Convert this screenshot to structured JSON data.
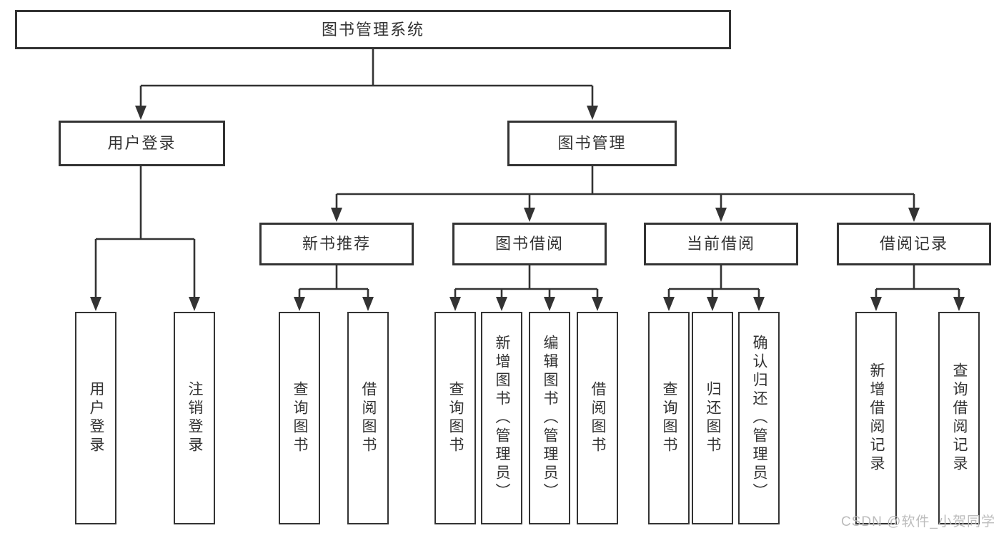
{
  "diagram": {
    "background": "#ffffff",
    "line_color": "#333333",
    "box_border_color": "#333333",
    "root": {
      "label": "图书管理系统"
    },
    "level2": [
      {
        "label": "用户登录"
      },
      {
        "label": "图书管理"
      }
    ],
    "level3": [
      {
        "label": "新书推荐",
        "parent": "图书管理"
      },
      {
        "label": "图书借阅",
        "parent": "图书管理"
      },
      {
        "label": "当前借阅",
        "parent": "图书管理"
      },
      {
        "label": "借阅记录",
        "parent": "图书管理"
      }
    ],
    "leaves": [
      {
        "label": "用户登录",
        "parent": "用户登录"
      },
      {
        "label": "注销登录",
        "parent": "用户登录"
      },
      {
        "label": "查询图书",
        "parent": "新书推荐"
      },
      {
        "label": "借阅图书",
        "parent": "新书推荐"
      },
      {
        "label": "查询图书",
        "parent": "图书借阅"
      },
      {
        "label": "新增图书（管理员）",
        "parent": "图书借阅"
      },
      {
        "label": "编辑图书（管理员）",
        "parent": "图书借阅"
      },
      {
        "label": "借阅图书",
        "parent": "图书借阅"
      },
      {
        "label": "查询图书",
        "parent": "当前借阅"
      },
      {
        "label": "归还图书",
        "parent": "当前借阅"
      },
      {
        "label": "确认归还（管理员）",
        "parent": "当前借阅"
      },
      {
        "label": "新增借阅记录",
        "parent": "借阅记录"
      },
      {
        "label": "查询借阅记录",
        "parent": "借阅记录"
      }
    ]
  },
  "watermark": {
    "text": "CSDN @软件_小贺同学",
    "color": "#b9b9b9"
  }
}
